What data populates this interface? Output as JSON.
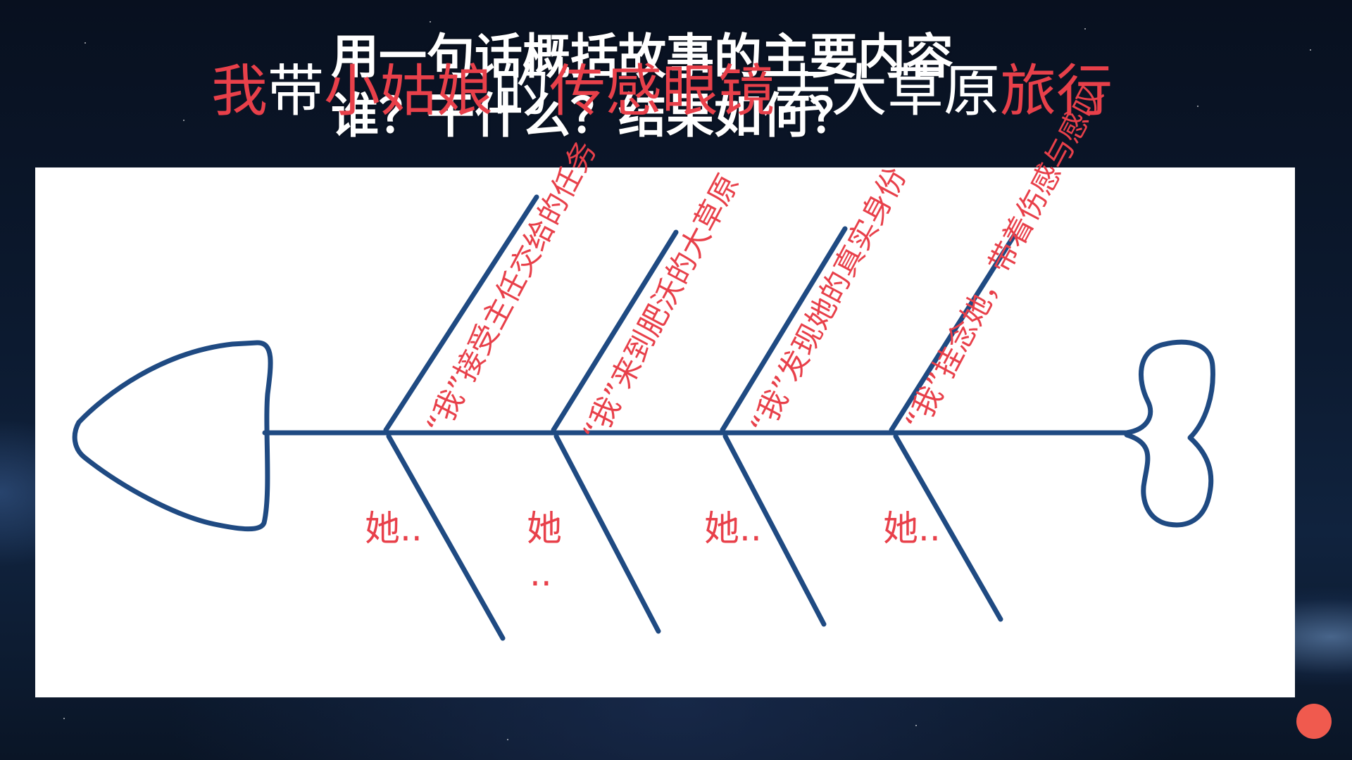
{
  "title": {
    "line1": "用一句话概括故事的主要内容",
    "line2": "谁？干什么？结果如何？"
  },
  "summary": {
    "p1": "我",
    "p2": "带",
    "p3": "⼩姑娘",
    "p4": "的",
    "p5": "传感眼镜",
    "p6": "去大草原",
    "p7": "旅行"
  },
  "fishbone": {
    "upper_branches": [
      {
        "text": "“我”接受主任交给的任务"
      },
      {
        "text": "“我”来到肥沃的大草原"
      },
      {
        "text": "“我”发现她的真实身份"
      },
      {
        "text": "“我”挂念她，带着伤感与感叹"
      }
    ],
    "lower_branches": [
      {
        "text": "她.."
      },
      {
        "text": "她"
      },
      {
        "text": "她.."
      },
      {
        "text": "她.."
      }
    ],
    "lower_extra": ".."
  },
  "colors": {
    "fish_stroke": "#1f4a82",
    "highlight_red": "#e8404a",
    "card": "#ffffff",
    "dot": "#f05a4e"
  }
}
